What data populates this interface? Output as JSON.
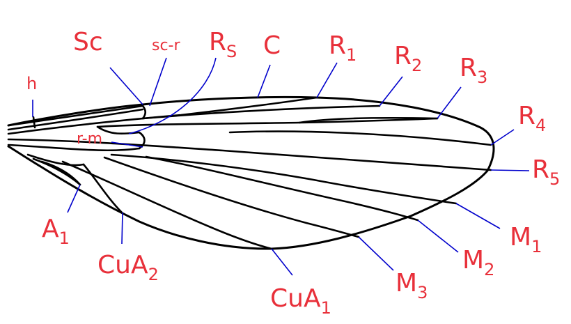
{
  "diagram": {
    "labels": {
      "h": "h",
      "sc": "Sc",
      "sc_r": "sc-r",
      "rs_main": "R",
      "rs_sub": "S",
      "c": "C",
      "r1_main": "R",
      "r1_sub": "1",
      "r2_main": "R",
      "r2_sub": "2",
      "r3_main": "R",
      "r3_sub": "3",
      "r4_main": "R",
      "r4_sub": "4",
      "r5_main": "R",
      "r5_sub": "5",
      "rm": "r-m",
      "a1_main": "A",
      "a1_sub": "1",
      "cua2_main": "CuA",
      "cua2_sub": "2",
      "cua1_main": "CuA",
      "cua1_sub": "1",
      "m3_main": "M",
      "m3_sub": "3",
      "m2_main": "M",
      "m2_sub": "2",
      "m1_main": "M",
      "m1_sub": "1"
    },
    "colors": {
      "label": "#e8303a",
      "leader": "#0000cc",
      "vein": "#000000",
      "background": "#ffffff"
    }
  }
}
